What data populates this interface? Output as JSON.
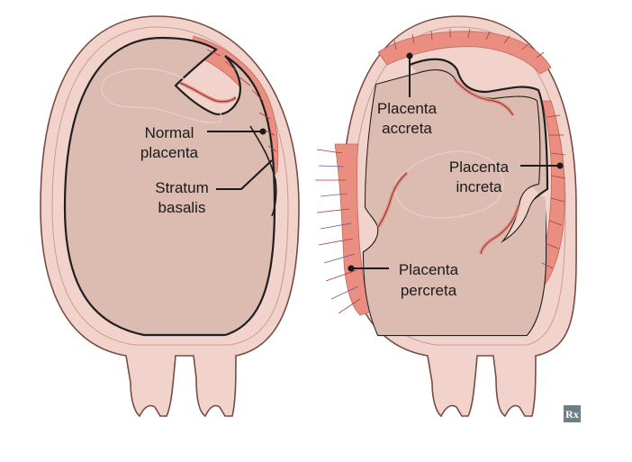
{
  "labels": {
    "normal_1": "Normal",
    "normal_2": "placenta",
    "stratum_1": "Stratum",
    "stratum_2": "basalis",
    "accreta_1": "Placenta",
    "accreta_2": "accreta",
    "increta_1": "Placenta",
    "increta_2": "increta",
    "percreta_1": "Placenta",
    "percreta_2": "percreta"
  },
  "logo": {
    "text": "Rx"
  },
  "colors": {
    "uterine_wall": "#f2d3cc",
    "wall_outline": "#7a4a44",
    "cavity": "#dcbbb1",
    "placenta": "#e98e80",
    "vessel": "#b23a3a",
    "vessel_blue": "#5a5fa8",
    "logo_bg": "#6f7d86"
  }
}
